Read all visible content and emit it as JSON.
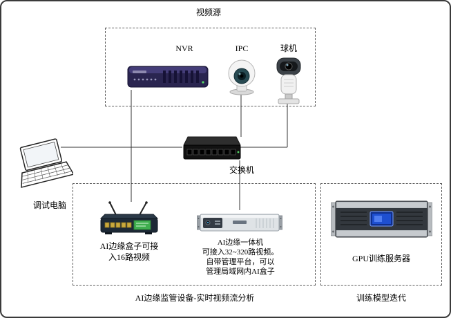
{
  "diagram": {
    "video_group": {
      "title": "视频源",
      "nvr_label": "NVR",
      "ipc_label": "IPC",
      "ptz_label": "球机"
    },
    "switch": {
      "label": "交换机"
    },
    "laptop": {
      "label": "调试电脑"
    },
    "edge_group": {
      "box_label": [
        "AI边缘盒子可接",
        "入16路视频"
      ],
      "aio_label": [
        "AI边缘一体机",
        "可接入32~320路视频。",
        "自带管理平台，可以",
        "管理局域网内AI盒子"
      ],
      "caption": "AI边缘监管设备-实时视频流分析"
    },
    "gpu_group": {
      "server_label": "GPU训练服务器",
      "caption": "训练模型迭代"
    }
  }
}
